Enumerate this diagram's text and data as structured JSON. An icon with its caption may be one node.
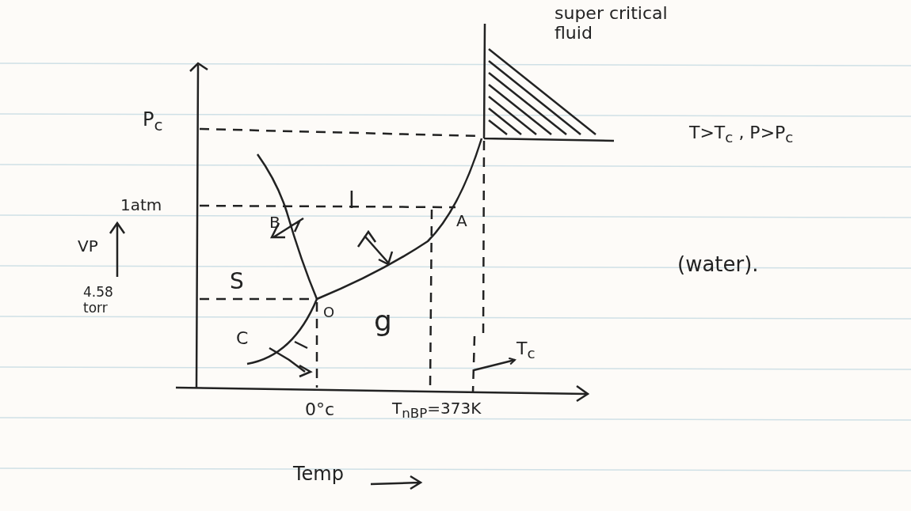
{
  "diagram": {
    "nodes": [
      {
        "text": [
          "T$_{c}$"
        ]
      },
      {
        "text": [],
        "shape": "line"
      }
    ],
    "edges": [
      {
        "from": 1,
        "to": 0,
        "arrow": "to"
      }
    ],
    "labels": [
      "super critical fluid",
      "P$_{c}$",
      "T>T$_{c}$ , P>P$_{c}$",
      "1atm",
      "B",
      "l",
      "A",
      "VP",
      "S",
      "O",
      "4.58 torr",
      "(water).",
      "C",
      "g",
      "0°c",
      "T$_{nBP}$=373K",
      "Temp"
    ]
  }
}
